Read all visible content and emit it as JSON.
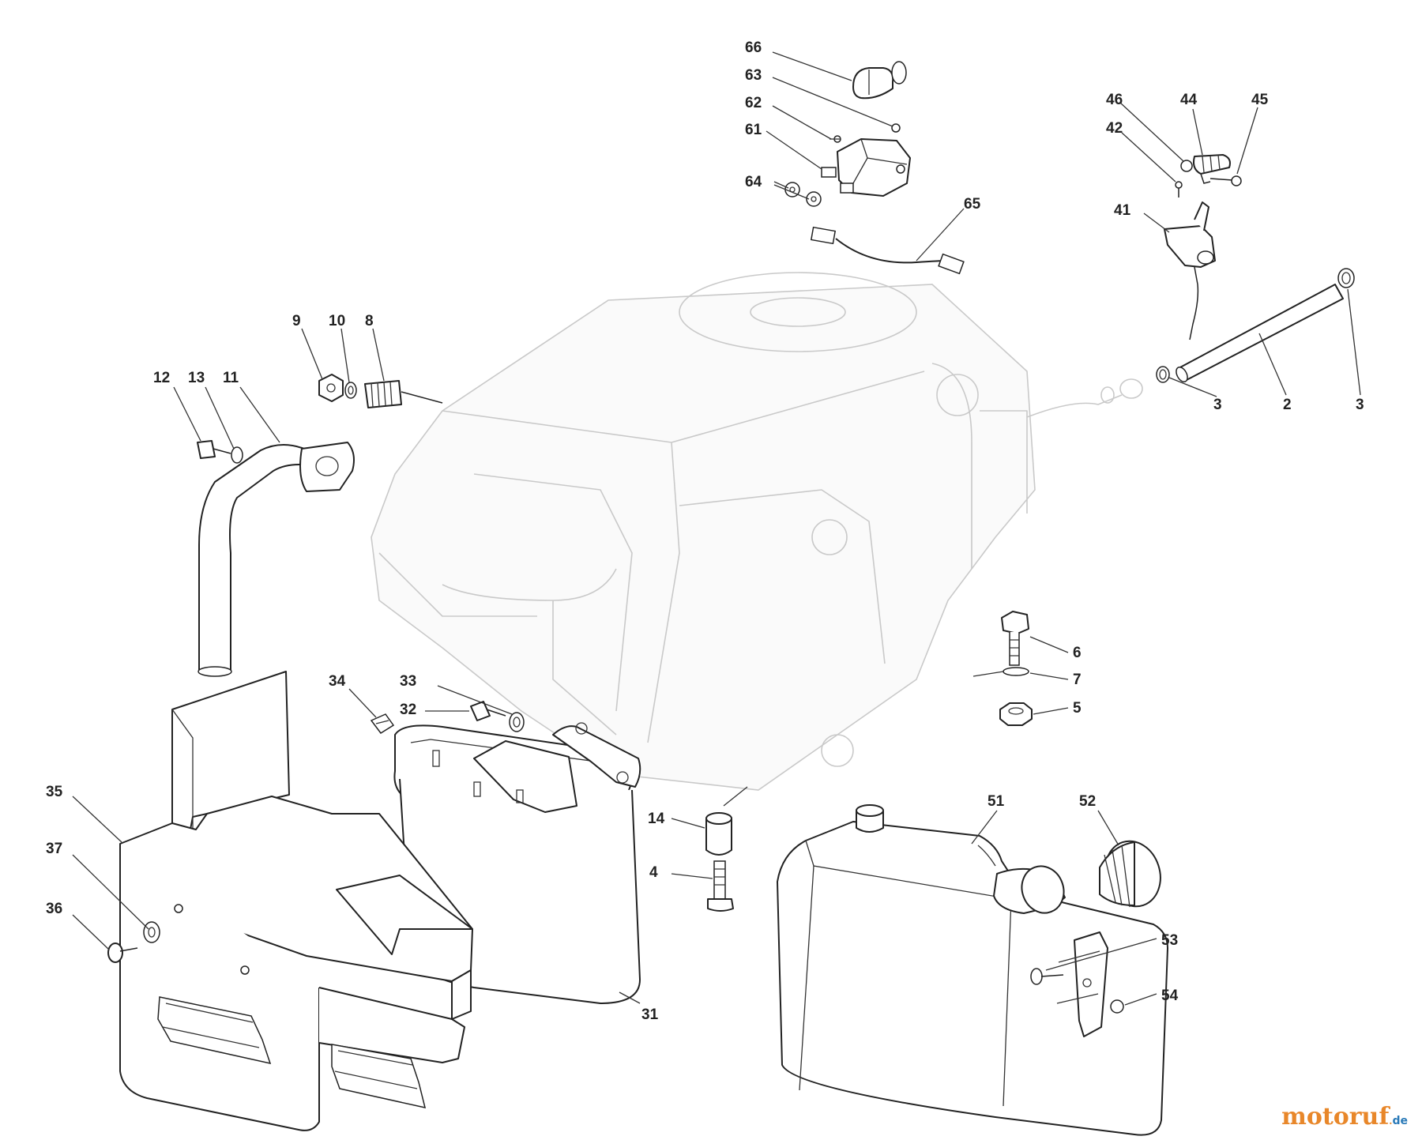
{
  "diagram": {
    "callouts": [
      "66",
      "63",
      "62",
      "61",
      "64",
      "65",
      "46",
      "44",
      "45",
      "42",
      "41",
      "3",
      "2",
      "3",
      "9",
      "10",
      "8",
      "12",
      "13",
      "11",
      "6",
      "7",
      "5",
      "34",
      "33",
      "32",
      "35",
      "37",
      "36",
      "14",
      "4",
      "31",
      "51",
      "52",
      "53",
      "54"
    ],
    "watermark": {
      "main": "motoruf",
      "dot": ".",
      "tld": "de"
    }
  }
}
